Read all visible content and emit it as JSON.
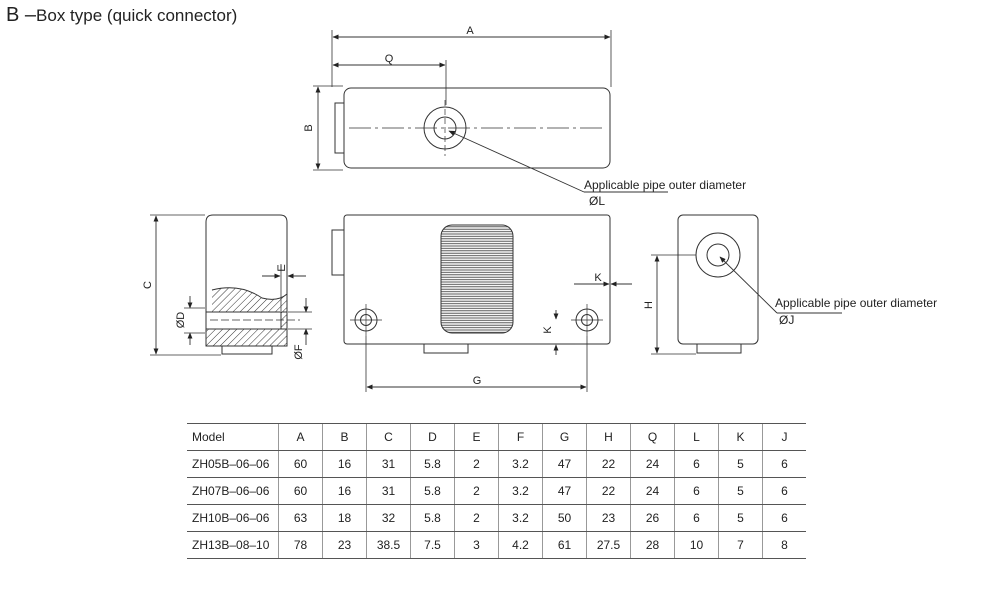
{
  "title": {
    "prefix": "B –",
    "text": "Box type (quick connector)"
  },
  "dims": {
    "A": "A",
    "Q": "Q",
    "B": "B",
    "C": "C",
    "D": "ØD",
    "E": "E",
    "F": "ØF",
    "G": "G",
    "H": "H",
    "K1": "K",
    "K2": "K"
  },
  "callouts": {
    "top": {
      "label": "Applicable pipe outer diameter",
      "symbol": "ØL"
    },
    "right": {
      "label": "Applicable pipe outer diameter",
      "symbol": "ØJ"
    }
  },
  "table": {
    "headers": [
      "Model",
      "A",
      "B",
      "C",
      "D",
      "E",
      "F",
      "G",
      "H",
      "Q",
      "L",
      "K",
      "J"
    ],
    "rows": [
      [
        "ZH05B–06–06",
        "60",
        "16",
        "31",
        "5.8",
        "2",
        "3.2",
        "47",
        "22",
        "24",
        "6",
        "5",
        "6"
      ],
      [
        "ZH07B–06–06",
        "60",
        "16",
        "31",
        "5.8",
        "2",
        "3.2",
        "47",
        "22",
        "24",
        "6",
        "5",
        "6"
      ],
      [
        "ZH10B–06–06",
        "63",
        "18",
        "32",
        "5.8",
        "2",
        "3.2",
        "50",
        "23",
        "26",
        "6",
        "5",
        "6"
      ],
      [
        "ZH13B–08–10",
        "78",
        "23",
        "38.5",
        "7.5",
        "3",
        "4.2",
        "61",
        "27.5",
        "28",
        "10",
        "7",
        "8"
      ]
    ]
  }
}
